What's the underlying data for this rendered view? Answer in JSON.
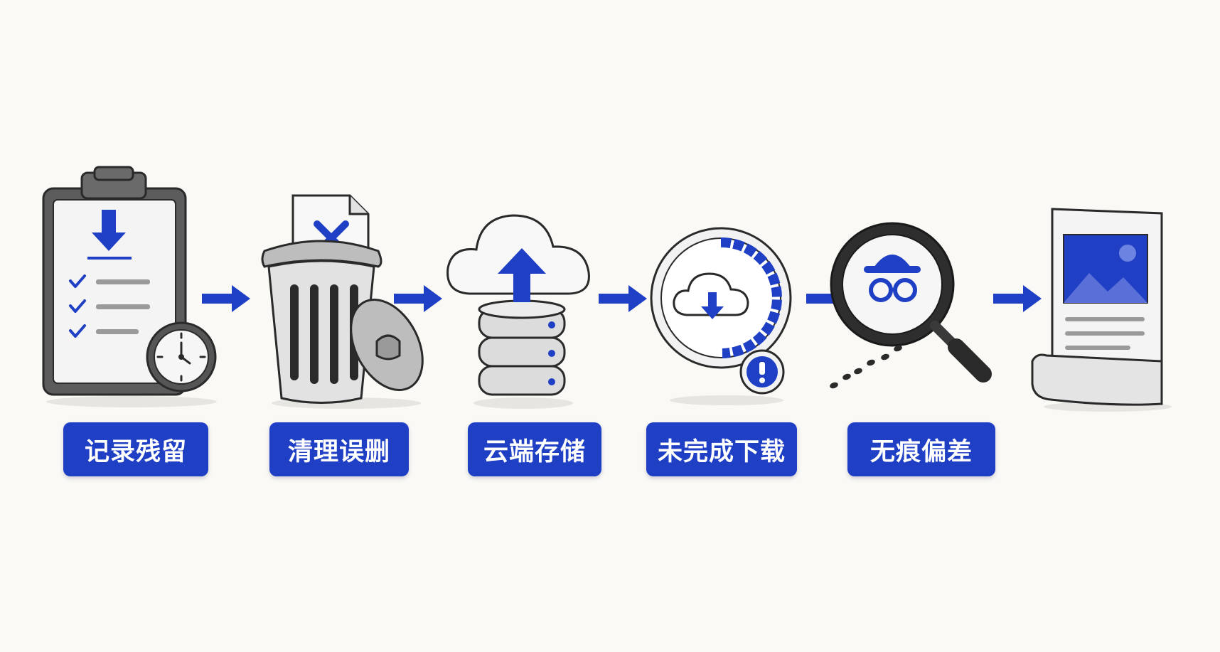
{
  "colors": {
    "accent": "#1f3fc4",
    "background": "#faf9f5",
    "outline": "#2a2a2a"
  },
  "steps": [
    {
      "label": "记录残留",
      "icon": "clipboard-download-clock-icon"
    },
    {
      "label": "清理误删",
      "icon": "trash-can-deleted-file-icon"
    },
    {
      "label": "云端存储",
      "icon": "cloud-upload-server-icon"
    },
    {
      "label": "未完成下载",
      "icon": "incomplete-download-warning-icon"
    },
    {
      "label": "无痕偏差",
      "icon": "incognito-magnifier-footprints-icon"
    },
    {
      "label": "",
      "icon": "image-document-icon"
    }
  ]
}
